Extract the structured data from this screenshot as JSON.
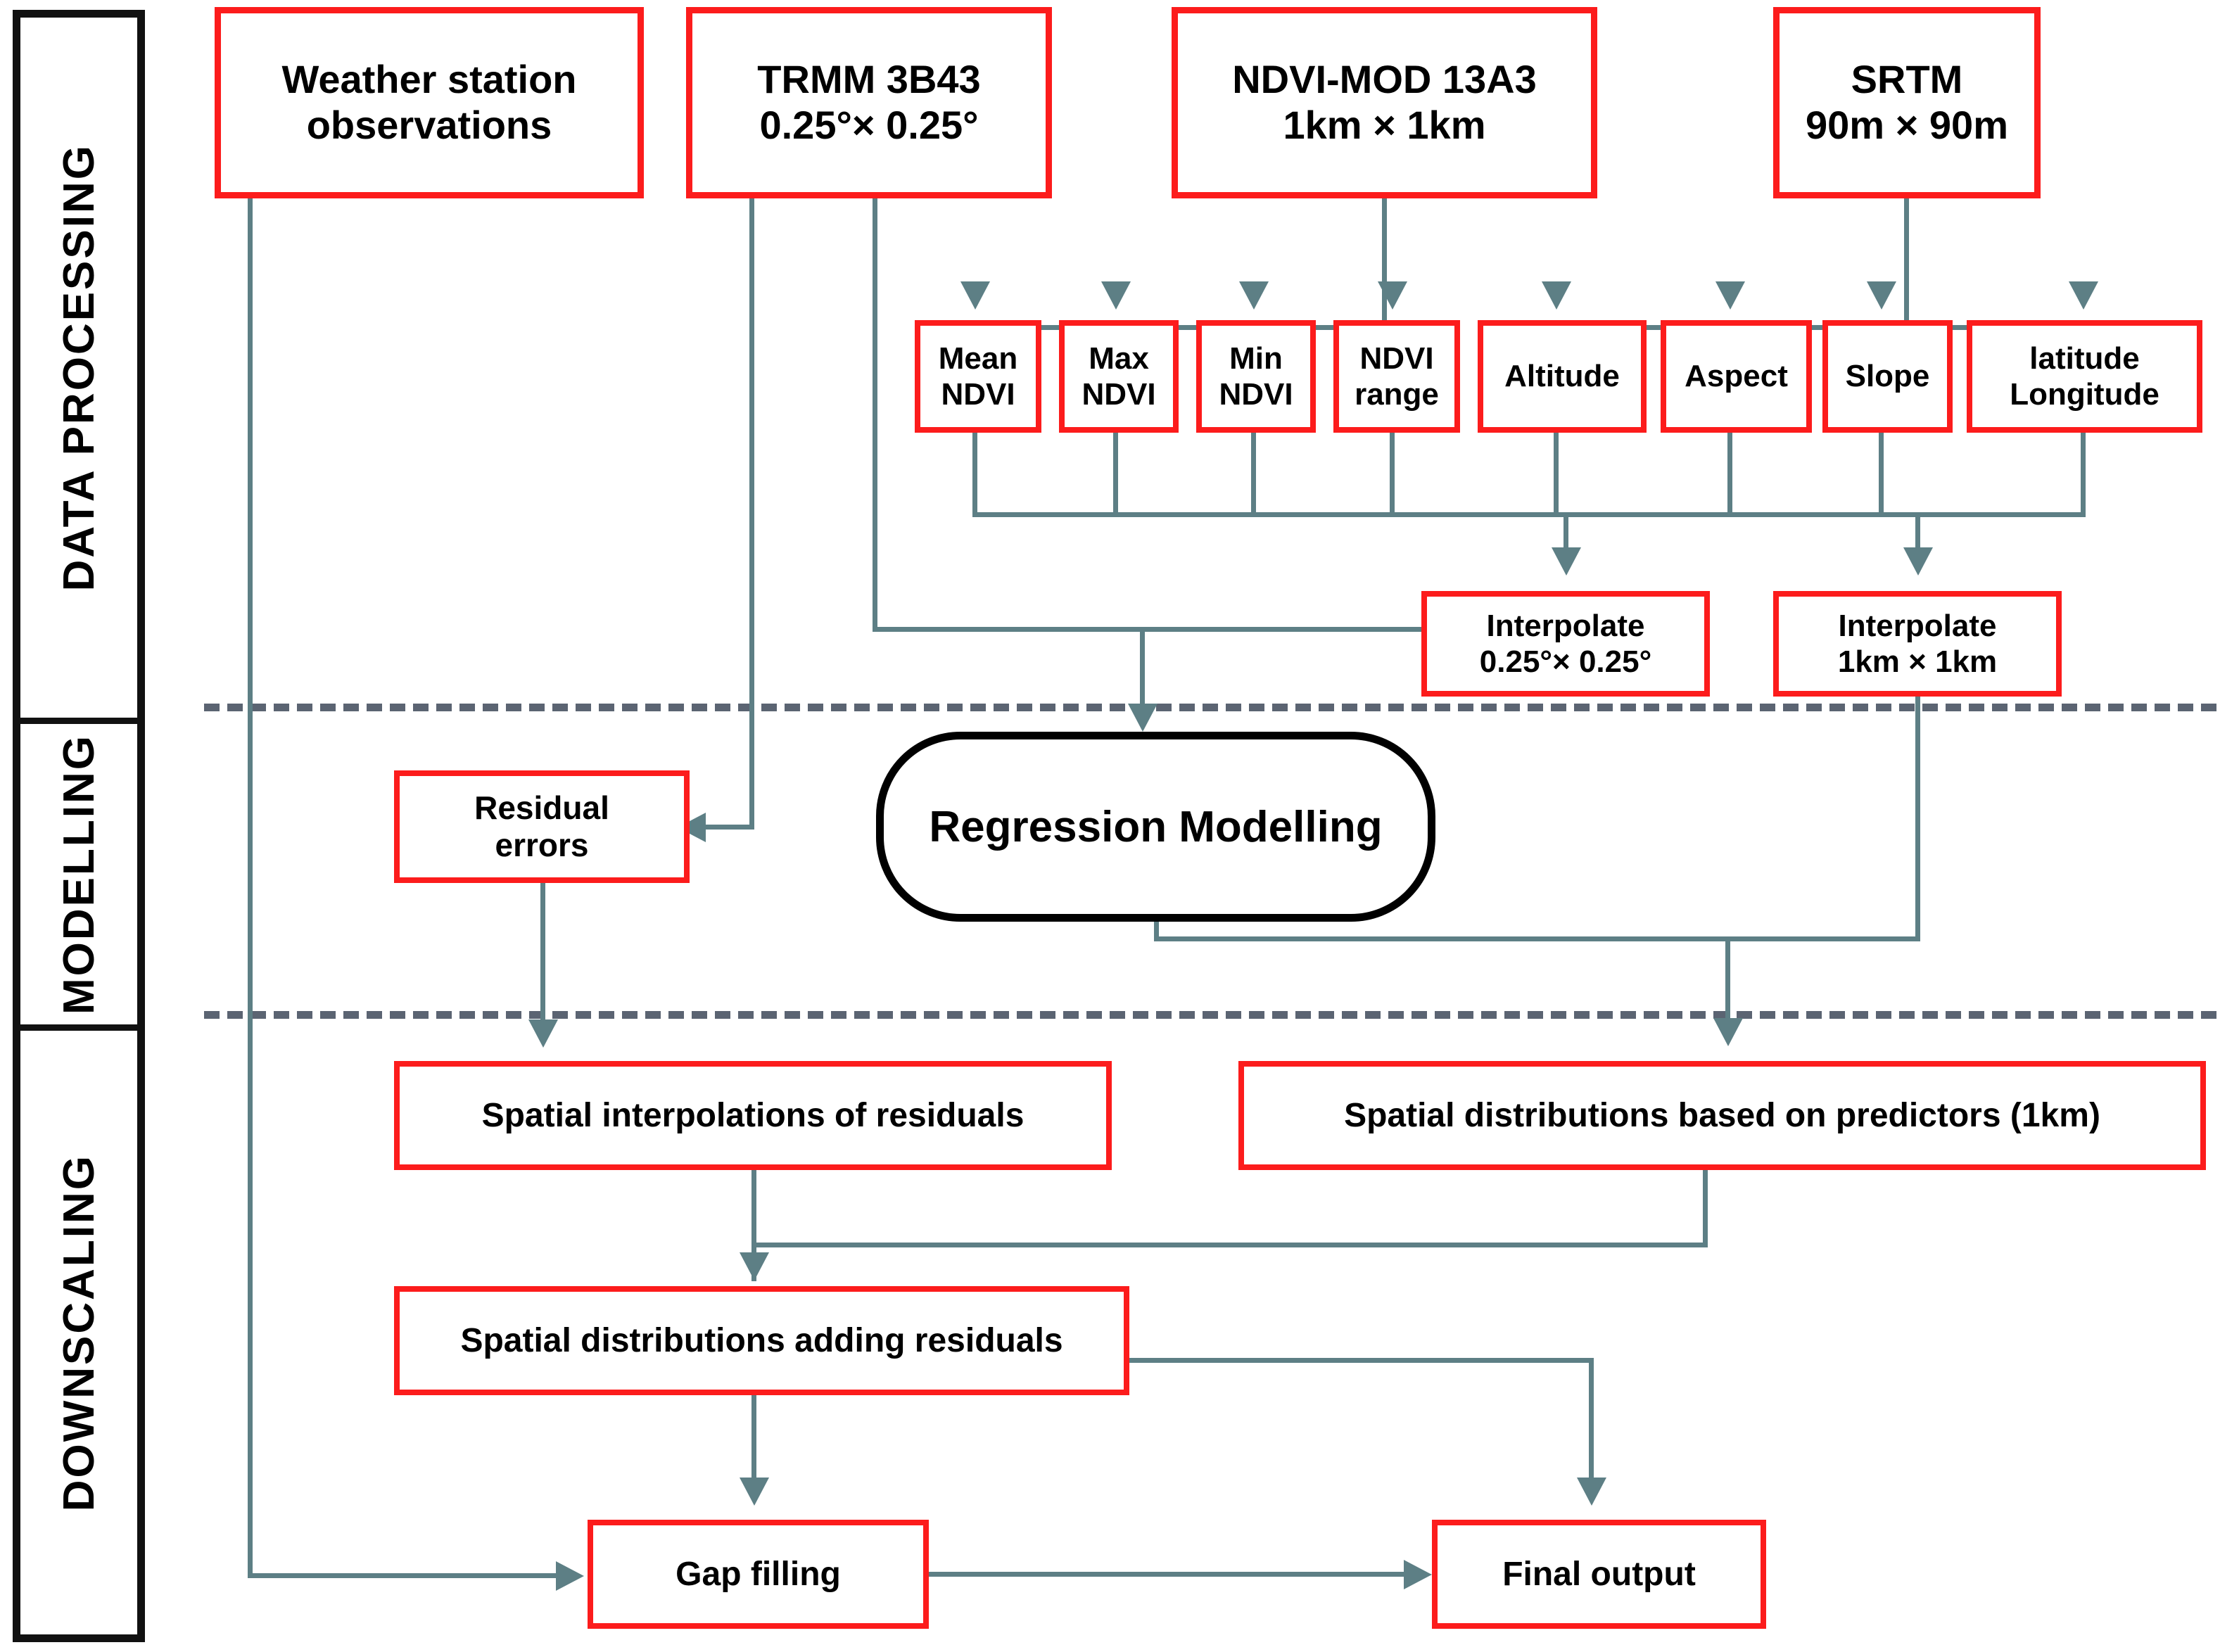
{
  "phases": [
    {
      "id": "data-processing",
      "label": "DATA PROCESSING"
    },
    {
      "id": "modelling",
      "label": "MODELLING"
    },
    {
      "id": "downscaling",
      "label": "DOWNSCALING"
    }
  ],
  "sources": [
    {
      "id": "weather-station",
      "line1": "Weather station",
      "line2": "observations"
    },
    {
      "id": "trmm",
      "line1": "TRMM 3B43",
      "line2": "0.25°× 0.25°"
    },
    {
      "id": "ndvi-mod",
      "line1": "NDVI-MOD 13A3",
      "line2": "1km × 1km"
    },
    {
      "id": "srtm",
      "line1": "SRTM",
      "line2": "90m × 90m"
    }
  ],
  "ndvi_predictors": [
    {
      "id": "mean-ndvi",
      "line1": "Mean",
      "line2": "NDVI"
    },
    {
      "id": "max-ndvi",
      "line1": "Max",
      "line2": "NDVI"
    },
    {
      "id": "min-ndvi",
      "line1": "Min",
      "line2": "NDVI"
    },
    {
      "id": "ndvi-range",
      "line1": "NDVI",
      "line2": "range"
    }
  ],
  "terrain_predictors": [
    {
      "id": "altitude",
      "line1": "Altitude",
      "line2": ""
    },
    {
      "id": "aspect",
      "line1": "Aspect",
      "line2": ""
    },
    {
      "id": "slope",
      "line1": "Slope",
      "line2": ""
    },
    {
      "id": "lat-long",
      "line1": "latitude",
      "line2": "Longitude"
    }
  ],
  "interpolate": [
    {
      "id": "interpolate-coarse",
      "line1": "Interpolate",
      "line2": "0.25°× 0.25°"
    },
    {
      "id": "interpolate-fine",
      "line1": "Interpolate",
      "line2": "1km × 1km"
    }
  ],
  "modelling": {
    "residual_errors": {
      "line1": "Residual",
      "line2": "errors"
    },
    "regression": {
      "label": "Regression Modelling"
    }
  },
  "downscaling": {
    "spatial_interp_residuals": {
      "label": "Spatial interpolations of residuals"
    },
    "spatial_dist_predictors": {
      "label": "Spatial distributions based on predictors (1km)"
    },
    "spatial_dist_adding": {
      "label": "Spatial distributions adding residuals"
    },
    "gap_filling": {
      "label": "Gap filling"
    },
    "final_output": {
      "label": "Final output"
    }
  },
  "colors": {
    "node_border": "#fc1c1c",
    "connector": "#5d7f85",
    "separator": "#5b6472",
    "rail_border": "#111111"
  }
}
